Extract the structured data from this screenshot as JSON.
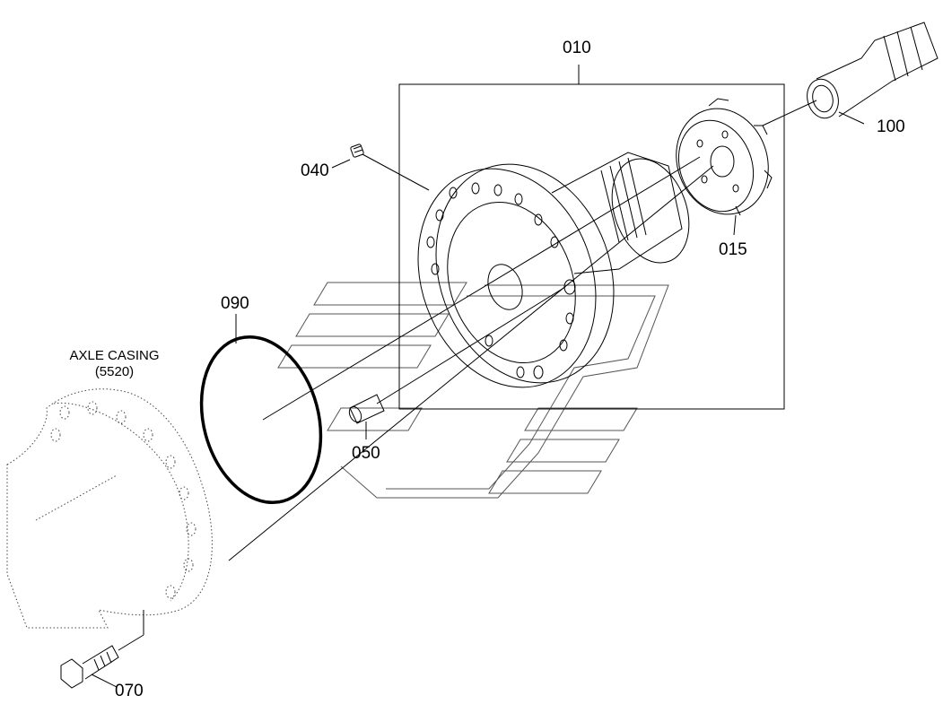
{
  "diagram": {
    "callouts": [
      {
        "id": "010",
        "label": "010"
      },
      {
        "id": "015",
        "label": "015"
      },
      {
        "id": "040",
        "label": "040"
      },
      {
        "id": "050",
        "label": "050"
      },
      {
        "id": "070",
        "label": "070"
      },
      {
        "id": "090",
        "label": "090"
      },
      {
        "id": "100",
        "label": "100"
      }
    ],
    "reference": {
      "title": "AXLE CASING",
      "code": "(5520)"
    }
  }
}
